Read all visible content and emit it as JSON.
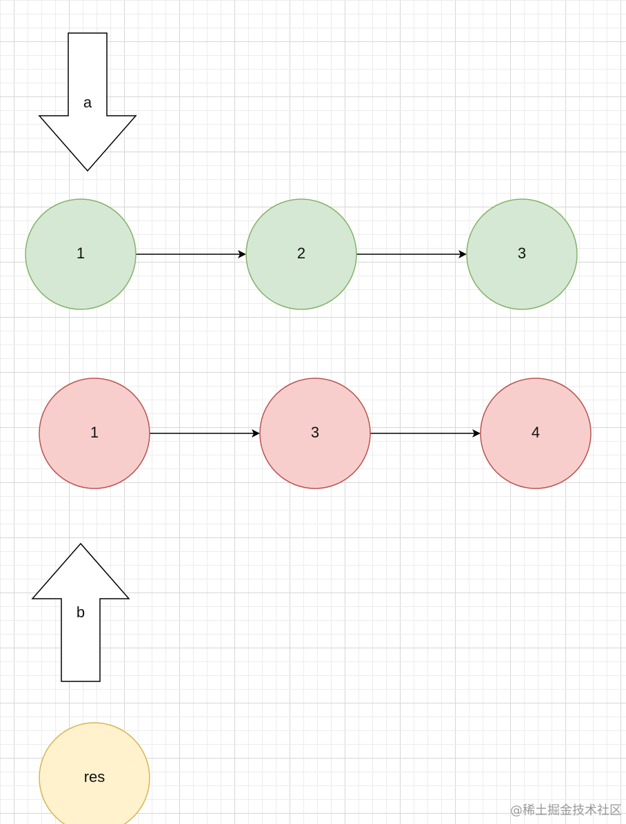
{
  "colors": {
    "grid_minor": "#ececec",
    "grid_major": "#d6d6d6",
    "green_fill": "#d5e8d4",
    "green_stroke": "#82b366",
    "red_fill": "#f8cecc",
    "red_stroke": "#b85450",
    "yellow_fill": "#fff2cc",
    "yellow_stroke": "#d6b656",
    "edge": "#000000"
  },
  "pointers": [
    {
      "id": "a",
      "label": "a",
      "direction": "down"
    },
    {
      "id": "b",
      "label": "b",
      "direction": "up"
    }
  ],
  "list_a": {
    "nodes": [
      "1",
      "2",
      "3"
    ]
  },
  "list_b": {
    "nodes": [
      "1",
      "3",
      "4"
    ]
  },
  "result": {
    "label": "res"
  },
  "watermark": "@稀土掘金技术社区"
}
